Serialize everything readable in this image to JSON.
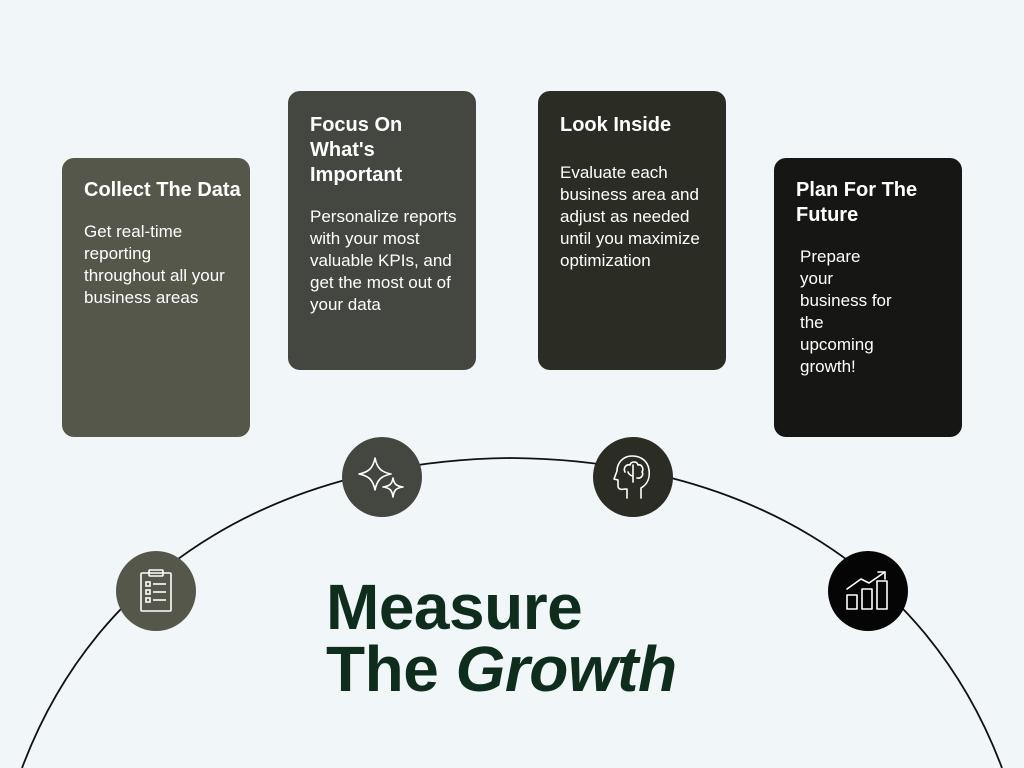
{
  "steps": [
    {
      "title": "Collect The Data",
      "description": "Get real-time reporting throughout all your business areas",
      "icon": "clipboard-checklist-icon",
      "color": "#55574a"
    },
    {
      "title": "Focus On What's Important",
      "description": "Personalize reports with your most valuable KPIs, and get the most out of your data",
      "icon": "sparkle-icon",
      "color": "#444740"
    },
    {
      "title": "Look Inside",
      "description": "Evaluate each business area and adjust as needed until you maximize optimization",
      "icon": "brain-head-icon",
      "color": "#2b2d25"
    },
    {
      "title": "Plan For The Future",
      "description": "Prepare your business for the upcoming growth!",
      "icon": "growth-chart-icon",
      "color": "#050505"
    }
  ],
  "headline": {
    "line1": "Measure",
    "line2_plain": "The",
    "line2_italic": "Growth",
    "color": "#0f2d1c"
  },
  "background": "#f1f6f9"
}
